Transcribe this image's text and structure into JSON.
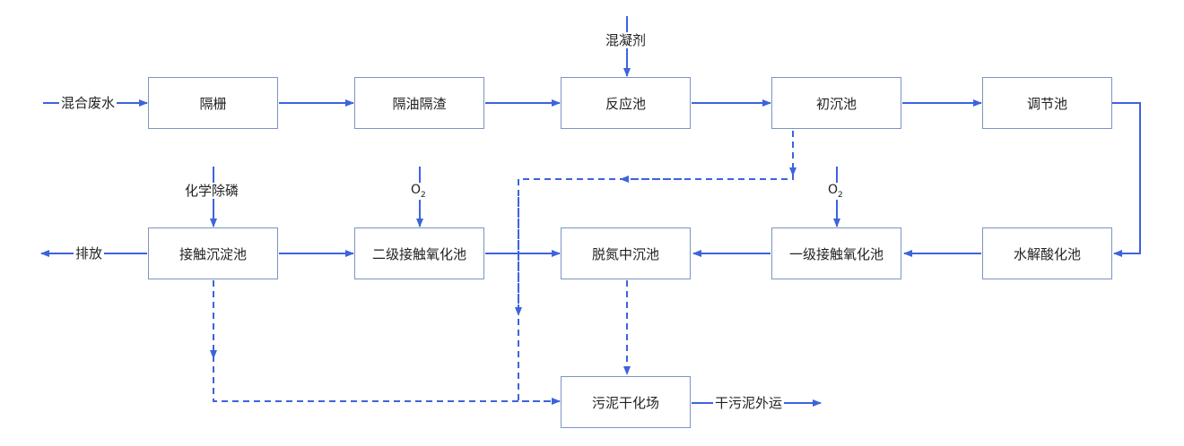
{
  "nodes": {
    "geshan": "隔栅",
    "geyou": "隔油隔渣",
    "fanying": "反应池",
    "chuchen": "初沉池",
    "tiaojie": "调节池",
    "shuijie": "水解酸化池",
    "yiji": "一级接触氧化池",
    "tuodan": "脱氮中沉池",
    "erji": "二级接触氧化池",
    "jiechu": "接触沉淀池",
    "wuni": "污泥干化场"
  },
  "labels": {
    "inflow": "混合废水",
    "coagulant": "混凝剂",
    "chem_p": "化学除磷",
    "discharge": "排放",
    "o2_main": "O",
    "o2_sub": "2",
    "dry_sludge": "干污泥外运"
  },
  "colors": {
    "line": "#3d63dd",
    "box_border": "#7a95c4"
  }
}
